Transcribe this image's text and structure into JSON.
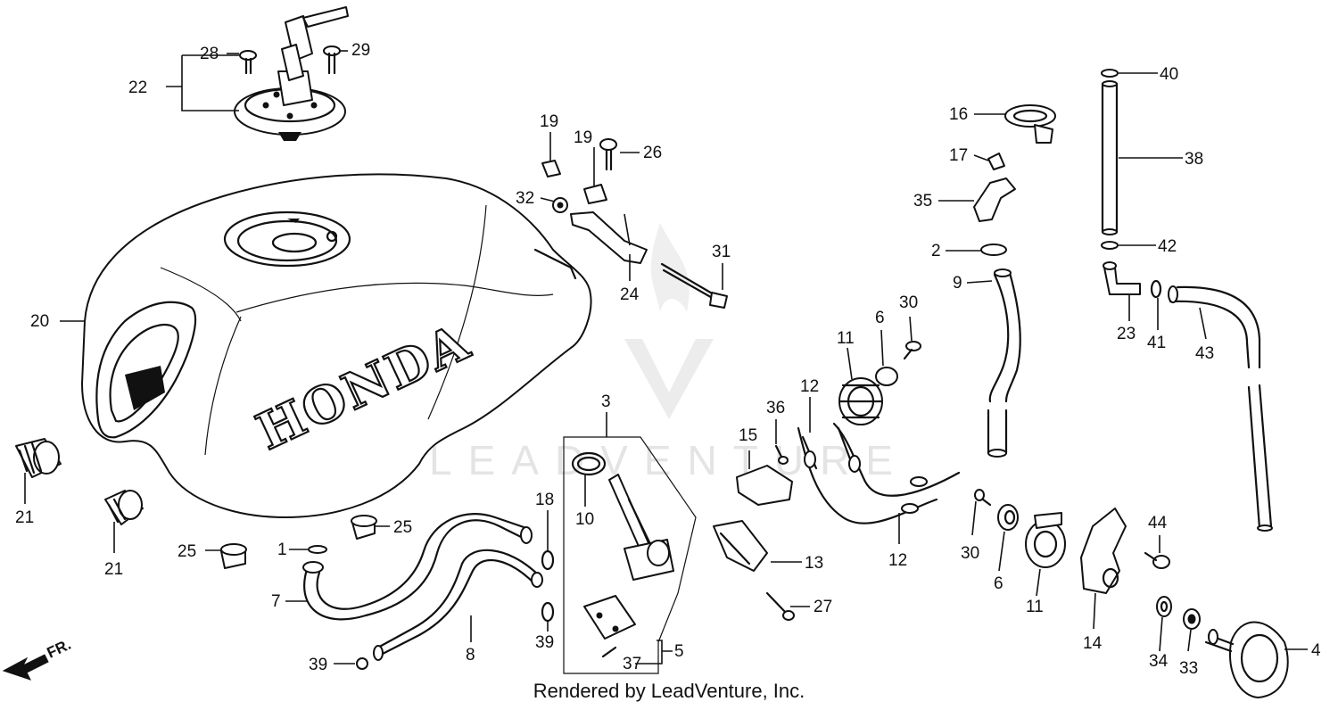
{
  "diagram": {
    "brand_text": "HONDA",
    "watermark": "LEADVENTURE",
    "front_marker": "FR.",
    "credit": "Rendered by LeadVenture, Inc.",
    "labels": {
      "p1": "1",
      "p2": "2",
      "p3": "3",
      "p4": "4",
      "p5": "5",
      "p6a": "6",
      "p6b": "6",
      "p7": "7",
      "p8": "8",
      "p9": "9",
      "p10": "10",
      "p11a": "11",
      "p11b": "11",
      "p12a": "12",
      "p12b": "12",
      "p13": "13",
      "p14": "14",
      "p15": "15",
      "p16": "16",
      "p17": "17",
      "p18": "18",
      "p19a": "19",
      "p19b": "19",
      "p20": "20",
      "p21a": "21",
      "p21b": "21",
      "p22": "22",
      "p23": "23",
      "p24": "24",
      "p25a": "25",
      "p25b": "25",
      "p26": "26",
      "p27": "27",
      "p28": "28",
      "p29": "29",
      "p30a": "30",
      "p30b": "30",
      "p31": "31",
      "p32": "32",
      "p33": "33",
      "p34": "34",
      "p35": "35",
      "p36": "36",
      "p37": "37",
      "p38": "38",
      "p39a": "39",
      "p39b": "39",
      "p40": "40",
      "p41": "41",
      "p42": "42",
      "p43": "43",
      "p44": "44"
    }
  }
}
